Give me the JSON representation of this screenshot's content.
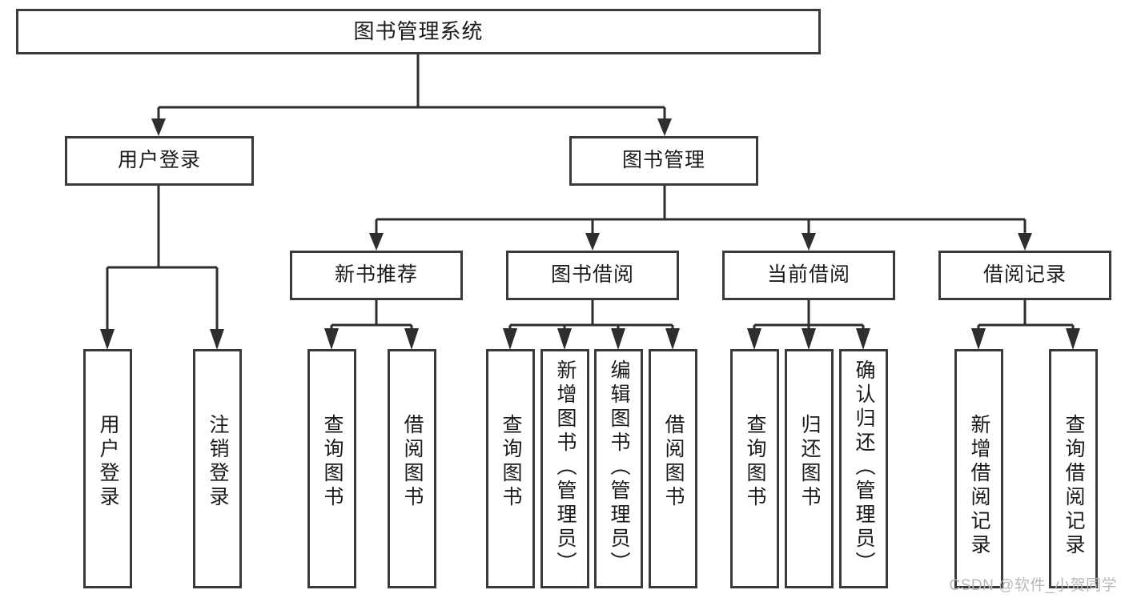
{
  "diagram": {
    "title": "图书管理系统",
    "type": "tree-hierarchy-diagram",
    "colors": {
      "box_border": "#3a3a3a",
      "wire": "#2e2e2e",
      "background": "#ffffff",
      "text": "#1a1a1a",
      "watermark": "#b9b9b9"
    },
    "nodes": {
      "root": {
        "label": "图书管理系统"
      },
      "level2": [
        {
          "id": "user-login",
          "label": "用户登录"
        },
        {
          "id": "book-manage",
          "label": "图书管理"
        }
      ],
      "level3": [
        {
          "id": "new-book-recommend",
          "label": "新书推荐"
        },
        {
          "id": "book-borrow",
          "label": "图书借阅"
        },
        {
          "id": "current-borrow",
          "label": "当前借阅"
        },
        {
          "id": "borrow-record",
          "label": "借阅记录"
        }
      ],
      "leaves": {
        "user-login": [
          {
            "id": "leaf-user-login",
            "label": "用户登录"
          },
          {
            "id": "leaf-user-logout",
            "label": "注销登录"
          }
        ],
        "new-book-recommend": [
          {
            "id": "leaf-query-book-1",
            "label": "查询图书"
          },
          {
            "id": "leaf-borrow-book-1",
            "label": "借阅图书"
          }
        ],
        "book-borrow": [
          {
            "id": "leaf-query-book-2",
            "label": "查询图书"
          },
          {
            "id": "leaf-add-book",
            "label": "新增图书（管理员）"
          },
          {
            "id": "leaf-edit-book",
            "label": "编辑图书（管理员）"
          },
          {
            "id": "leaf-borrow-book-2",
            "label": "借阅图书"
          }
        ],
        "current-borrow": [
          {
            "id": "leaf-query-book-3",
            "label": "查询图书"
          },
          {
            "id": "leaf-return-book",
            "label": "归还图书"
          },
          {
            "id": "leaf-confirm-return",
            "label": "确认归还（管理员）"
          }
        ],
        "borrow-record": [
          {
            "id": "leaf-add-record",
            "label": "新增借阅记录"
          },
          {
            "id": "leaf-query-record",
            "label": "查询借阅记录"
          }
        ]
      }
    },
    "watermark": "CSDN @软件_小贺同学"
  }
}
